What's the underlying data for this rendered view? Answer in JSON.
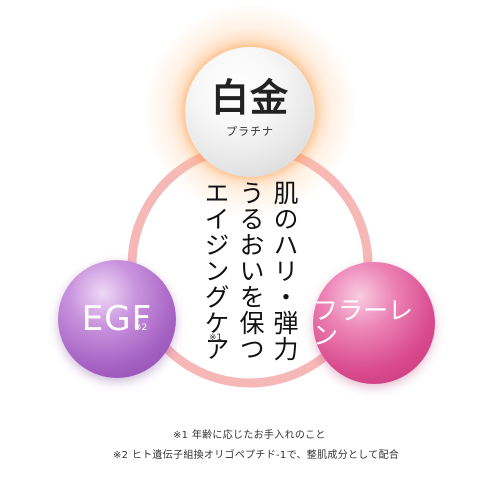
{
  "balls": {
    "platinum": {
      "title": "白金",
      "subtitle": "プラチナ"
    },
    "egf": {
      "label": "EGF",
      "note": "※2"
    },
    "fullerene": {
      "label": "フラーレン"
    }
  },
  "copy": {
    "line1": "肌のハリ・弾力",
    "line2": "うるおいを保つ",
    "line3": "エイジングケア",
    "note": "※1"
  },
  "footnotes": {
    "f1": "※1 年齢に応じたお手入れのこと",
    "f2": "※2 ヒト遺伝子組換オリゴペプチド-1で、整肌成分として配合"
  },
  "colors": {
    "ring": "#f6b7b7",
    "glow": "#ff8c28",
    "egf": "#a763c4",
    "fullerene": "#d94b8e"
  }
}
